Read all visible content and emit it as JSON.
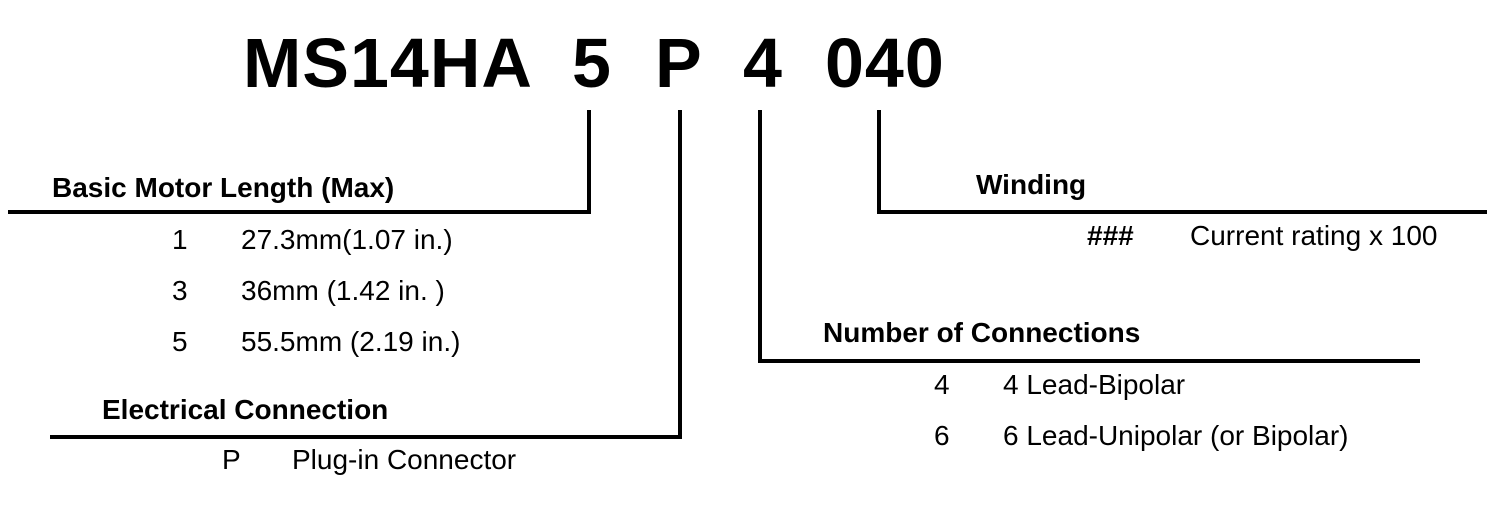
{
  "part_number": {
    "series": "MS14HA",
    "length_code": "5",
    "connection_code": "P",
    "connections_code": "4",
    "winding_code": "040"
  },
  "basic_motor_length": {
    "title": "Basic Motor Length (Max)",
    "options": [
      {
        "code": "1",
        "desc": "27.3mm(1.07 in.)"
      },
      {
        "code": "3",
        "desc": "36mm (1.42 in. )"
      },
      {
        "code": "5",
        "desc": "55.5mm (2.19 in.)"
      }
    ]
  },
  "electrical_connection": {
    "title": "Electrical Connection",
    "options": [
      {
        "code": "P",
        "desc": "Plug-in Connector"
      }
    ]
  },
  "number_of_connections": {
    "title": "Number of Connections",
    "options": [
      {
        "code": "4",
        "desc": "4 Lead-Bipolar"
      },
      {
        "code": "6",
        "desc": "6 Lead-Unipolar (or Bipolar)"
      }
    ]
  },
  "winding": {
    "title": "Winding",
    "options": [
      {
        "code": "###",
        "desc": "Current rating x 100"
      }
    ]
  }
}
